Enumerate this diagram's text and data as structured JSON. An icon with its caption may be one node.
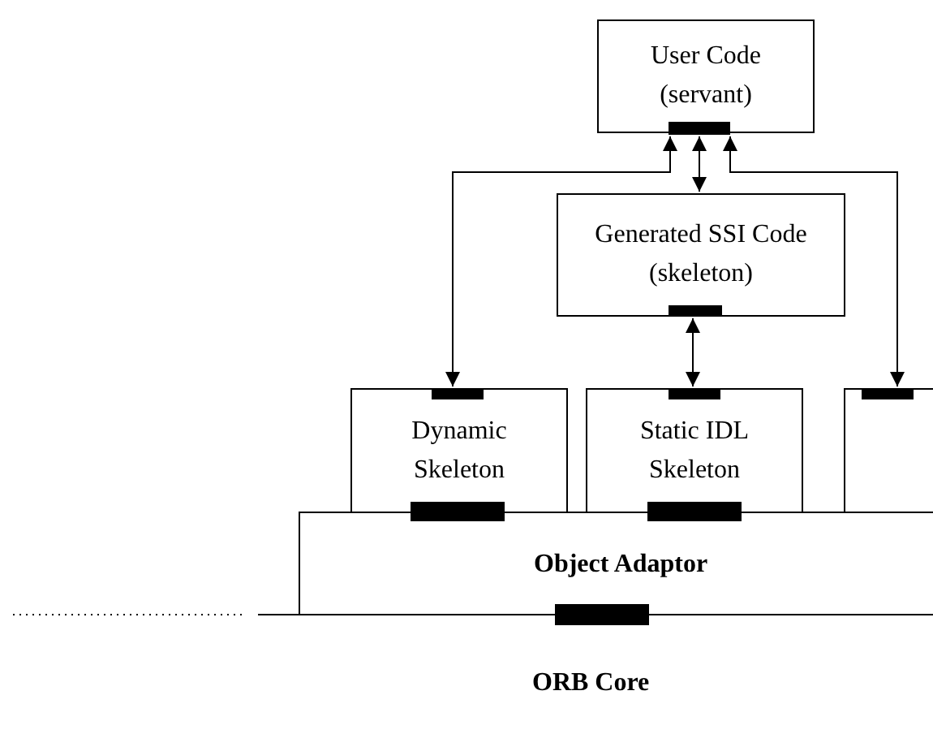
{
  "diagram": {
    "nodes": [
      {
        "text": [
          "User Code (servant)"
        ]
      },
      {
        "text": [
          "Generated SSI Code (skeleton)"
        ]
      },
      {
        "text": [
          "Dynamic Skeleton"
        ]
      },
      {
        "text": [
          "Static IDL Skeleton"
        ]
      },
      {
        "text": [],
        "shape": "box"
      },
      {
        "text": [
          "Object Adaptor"
        ]
      }
    ],
    "edges": [
      {
        "from": 0,
        "to": 1,
        "arrow": "both"
      },
      {
        "from": 1,
        "to": 3,
        "arrow": "both"
      },
      {
        "from": 0,
        "to": 2,
        "arrow": "both"
      },
      {
        "from": 0,
        "to": 4,
        "arrow": "both"
      }
    ],
    "labels": [
      "ORB Core"
    ]
  }
}
